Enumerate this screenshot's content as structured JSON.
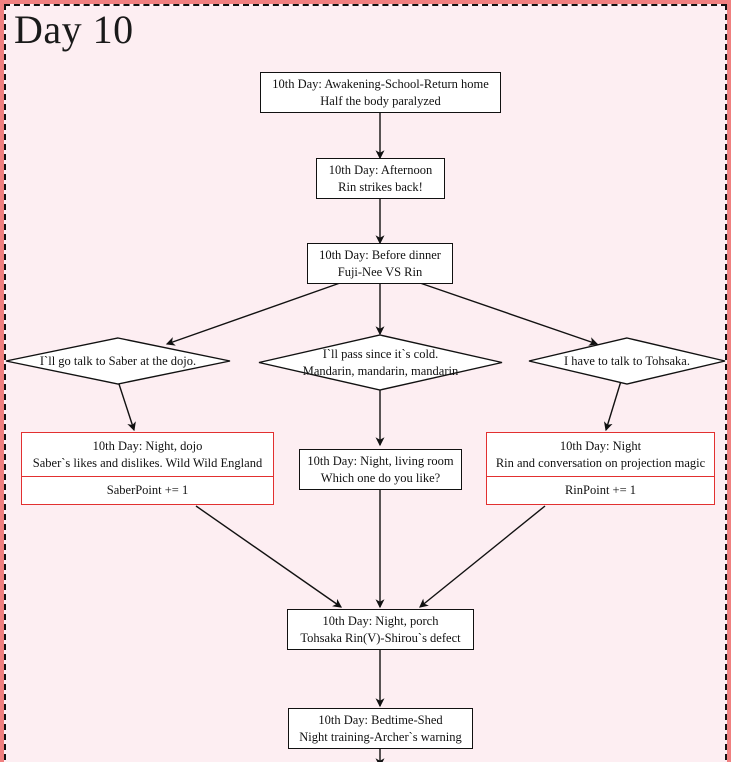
{
  "diagram": {
    "title": "Day 10",
    "background_color": "#fdeef2",
    "frame_outer_color": "#f08080",
    "frame_inner_color": "#111111",
    "node_border_color": "#111111",
    "score_node_border_color": "#e23030",
    "nodes": {
      "awakening": {
        "line1": "10th Day: Awakening-School-Return home",
        "line2": "Half the body paralyzed"
      },
      "afternoon": {
        "line1": "10th Day: Afternoon",
        "line2": "Rin strikes back!"
      },
      "before_dinner": {
        "line1": "10th Day: Before dinner",
        "line2": "Fuji-Nee VS Rin"
      },
      "choice_saber": {
        "line1": "I`ll go talk to Saber at the dojo."
      },
      "choice_pass": {
        "line1": "I`ll pass since it`s cold.",
        "line2": "Mandarin, mandarin, mandarin"
      },
      "choice_tohsaka": {
        "line1": "I have to talk to Tohsaka."
      },
      "night_dojo": {
        "line1": "10th Day: Night, dojo",
        "line2": "Saber`s likes and dislikes. Wild Wild England",
        "score": "SaberPoint += 1"
      },
      "night_living_room": {
        "line1": "10th Day: Night, living room",
        "line2": "Which one do you like?"
      },
      "night_rin": {
        "line1": "10th Day: Night",
        "line2": "Rin and conversation on projection magic",
        "score": "RinPoint += 1"
      },
      "night_porch": {
        "line1": "10th Day: Night, porch",
        "line2": "Tohsaka Rin(V)-Shirou`s defect"
      },
      "bedtime_shed": {
        "line1": "10th Day: Bedtime-Shed",
        "line2": "Night training-Archer`s warning"
      }
    }
  }
}
